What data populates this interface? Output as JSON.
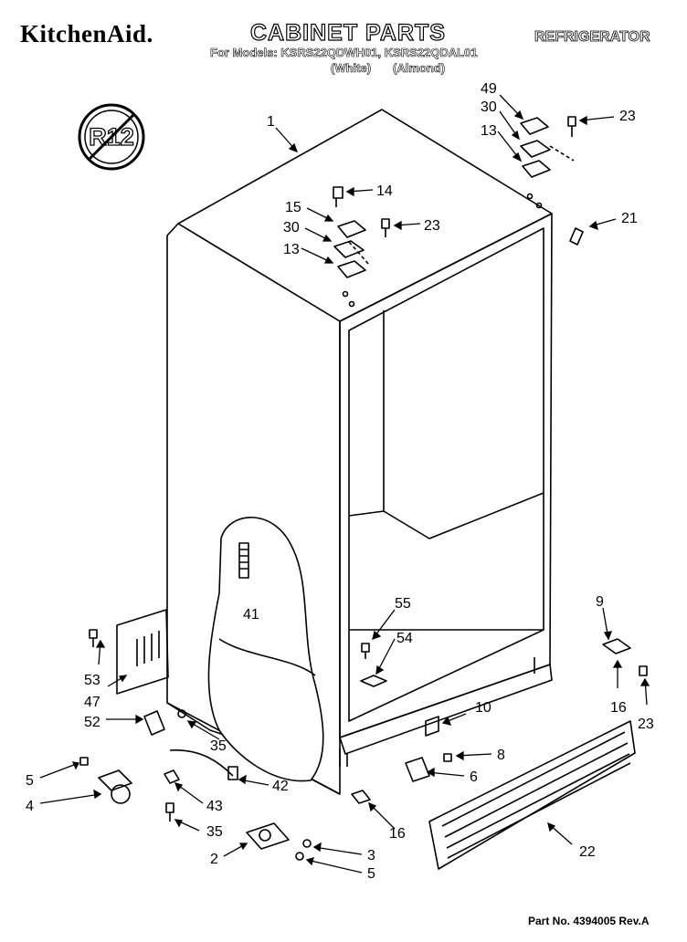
{
  "header": {
    "brand": "KitchenAid.",
    "title": "CABINET PARTS",
    "category": "REFRIGERATOR",
    "models": "For Models: KSRS22QDWH01, KSRS22QDAL01",
    "variants": [
      "(White)",
      "(Almond)"
    ]
  },
  "badge": {
    "text": "R12"
  },
  "footer": {
    "part_number": "Part No. 4394005 Rev.A"
  },
  "callouts": [
    "1",
    "14",
    "15",
    "30",
    "23",
    "13",
    "49",
    "30",
    "23",
    "13",
    "21",
    "41",
    "55",
    "54",
    "10",
    "9",
    "16",
    "23",
    "53",
    "47",
    "52",
    "35",
    "8",
    "6",
    "5",
    "4",
    "43",
    "42",
    "35",
    "16",
    "22",
    "2",
    "3",
    "5"
  ]
}
